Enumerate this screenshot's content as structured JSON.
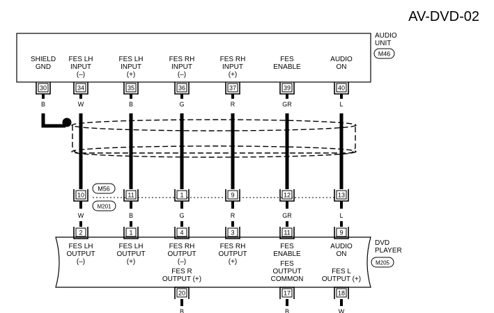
{
  "diagram_id": "AV-DVD-02",
  "audio_unit": {
    "label_line1": "AUDIO",
    "label_line2": "UNIT",
    "connector": "M46",
    "pins": [
      {
        "l1": "SHIELD",
        "l2": "GND",
        "l3": "",
        "pin": "30",
        "wire": "B"
      },
      {
        "l1": "FES LH",
        "l2": "INPUT",
        "l3": "(–)",
        "pin": "34",
        "wire": "W"
      },
      {
        "l1": "FES LH",
        "l2": "INPUT",
        "l3": "(+)",
        "pin": "35",
        "wire": "B"
      },
      {
        "l1": "FES RH",
        "l2": "INPUT",
        "l3": "(–)",
        "pin": "36",
        "wire": "G"
      },
      {
        "l1": "FES RH",
        "l2": "INPUT",
        "l3": "(+)",
        "pin": "37",
        "wire": "R"
      },
      {
        "l1": "FES",
        "l2": "ENABLE",
        "l3": "",
        "pin": "39",
        "wire": "GR"
      },
      {
        "l1": "AUDIO",
        "l2": "ON",
        "l3": "",
        "pin": "40",
        "wire": "L"
      }
    ]
  },
  "junction": {
    "connector_top": "M56",
    "connector_bottom": "M201",
    "pins": [
      "10",
      "11",
      "1",
      "9",
      "12",
      "13"
    ],
    "wires": [
      "W",
      "B",
      "G",
      "R",
      "GR",
      "L"
    ]
  },
  "dvd_player": {
    "label_line1": "DVD",
    "label_line2": "PLAYER",
    "connector": "M205",
    "pins": [
      {
        "pin": "2",
        "l1": "FES LH",
        "l2": "OUTPUT",
        "l3": "(–)"
      },
      {
        "pin": "1",
        "l1": "FES LH",
        "l2": "OUTPUT",
        "l3": "(+)"
      },
      {
        "pin": "4",
        "l1": "FES RH",
        "l2": "OUTPUT",
        "l3": "(–)"
      },
      {
        "pin": "3",
        "l1": "FES RH",
        "l2": "OUTPUT",
        "l3": "(+)"
      },
      {
        "pin": "11",
        "l1": "FES",
        "l2": "ENABLE",
        "l3": ""
      },
      {
        "pin": "9",
        "l1": "AUDIO",
        "l2": "ON",
        "l3": ""
      }
    ],
    "extra_pins": [
      {
        "pin": "20",
        "l1": "FES R",
        "l2": "OUTPUT (+)",
        "wire": "B"
      },
      {
        "pin": "17",
        "l1": "FES",
        "l2": "OUTPUT",
        "l3": "COMMON",
        "wire": "B"
      },
      {
        "pin": "18",
        "l1": "FES L",
        "l2": "OUTPUT (+)",
        "wire": "W"
      }
    ]
  }
}
